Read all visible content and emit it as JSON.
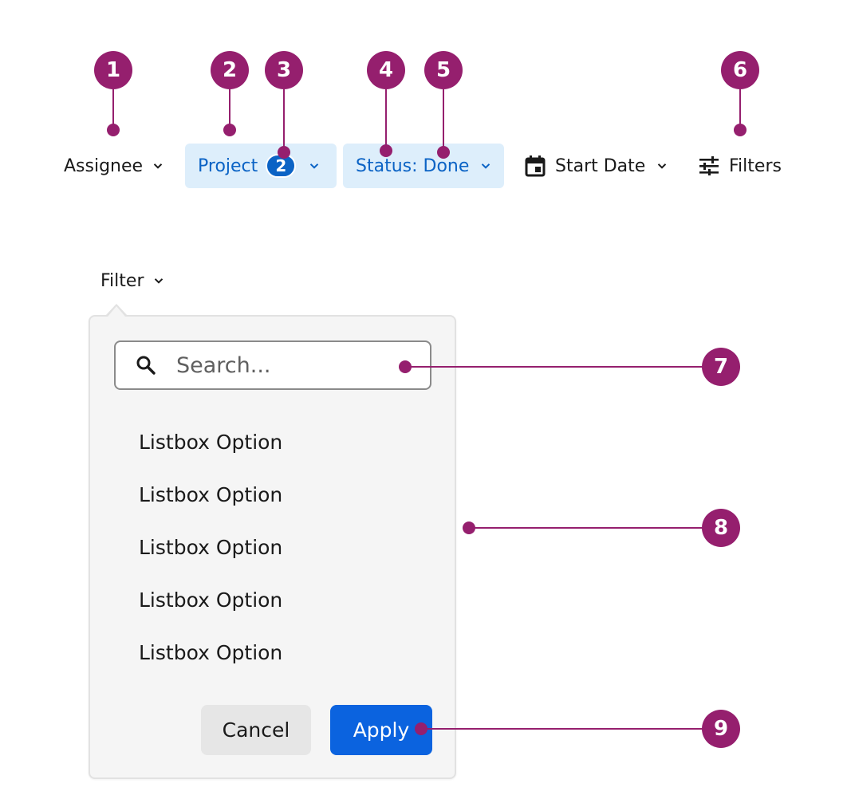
{
  "filter_bar": {
    "assignee_label": "Assignee",
    "project_label": "Project",
    "project_count": "2",
    "status_label": "Status: Done",
    "start_date_label": "Start Date",
    "filters_label": "Filters"
  },
  "popover": {
    "trigger_label": "Filter",
    "search_placeholder": "Search...",
    "options": [
      "Listbox Option",
      "Listbox Option",
      "Listbox Option",
      "Listbox Option",
      "Listbox Option"
    ],
    "cancel_label": "Cancel",
    "apply_label": "Apply"
  },
  "annotations": [
    "1",
    "2",
    "3",
    "4",
    "5",
    "6",
    "7",
    "8",
    "9"
  ],
  "colors": {
    "annotation": "#951f6e",
    "active_bg": "#ddeefb",
    "active_text": "#0b63c5",
    "apply_bg": "#0b63df",
    "popover_bg": "#f5f5f5"
  },
  "icons": {
    "chevron": "chevron-down-icon",
    "calendar": "calendar-icon",
    "filters": "sliders-icon",
    "search": "search-icon"
  }
}
